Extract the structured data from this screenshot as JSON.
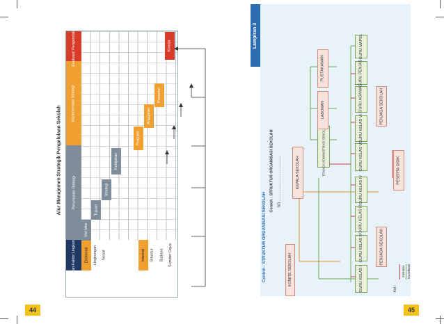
{
  "left_page": {
    "page_number": "44",
    "title": "Alur Manajemen Strategik Pengelolaan Sekolah",
    "headers": {
      "kajian": "Kajian Faktor Lingkungan",
      "perumusan": "Perumusan Strategi",
      "implementasi": "Implementasi Strategi",
      "evaluasi": "Evaluasi/ Pengendalian"
    },
    "faktor": {
      "eksternal": "Eksternal",
      "eksternal_items": [
        "Lingkungan",
        "Sosial"
      ],
      "internal": "Internal",
      "internal_items": [
        "Struktur",
        "Budaya",
        "Sumber Daya"
      ]
    },
    "steps": [
      "Visi-Misi",
      "Tujuan",
      "Strategi",
      "Kebijakan",
      "Program",
      "Anggaran",
      "Prosedur",
      "Kinerja"
    ]
  },
  "right_page": {
    "page_number": "45",
    "lampiran": "Lampiran 3",
    "contoh": "Contoh : STRUKTUR ORGANISASI SEKOLAH",
    "chart_title": "Contoh : STRUKTUR ORGANISASI SEKOLAH",
    "chart_subtitle": "SD ...........................................",
    "boxes": {
      "komite": "KOMITE SEKOLAH",
      "kepala": "KEPALA SEKOLAH",
      "tenaga_adm": "TENAGA ADMINISTRASI SEKOLAH (TAS)",
      "laboran": "LABORAN",
      "pustakawan": "PUSTAKAWAN",
      "siswa": "PESERTA DIDIK",
      "penjaga_1": "PENJAGA SEKOLAH",
      "penjaga_2": "PENJAGA SEKOLAH"
    },
    "gurus": [
      "GURU KELAS I",
      "GURU KELAS II",
      "GURU KELAS III",
      "GURU KELAS IV",
      "GURU KELAS V",
      "GURU KELAS VI",
      "GURU AGAMA",
      "GURU PENJAS",
      "GURU MAPEL"
    ],
    "legend": {
      "ket": "Ket :",
      "instruksi": "Instruksi",
      "koordinasi": "Koordinasi"
    },
    "colors": {
      "green_line": "#6aa84f",
      "orange_line": "#e69138",
      "red_line": "#cc3b3b",
      "blue_label": "#2e6db4"
    }
  }
}
